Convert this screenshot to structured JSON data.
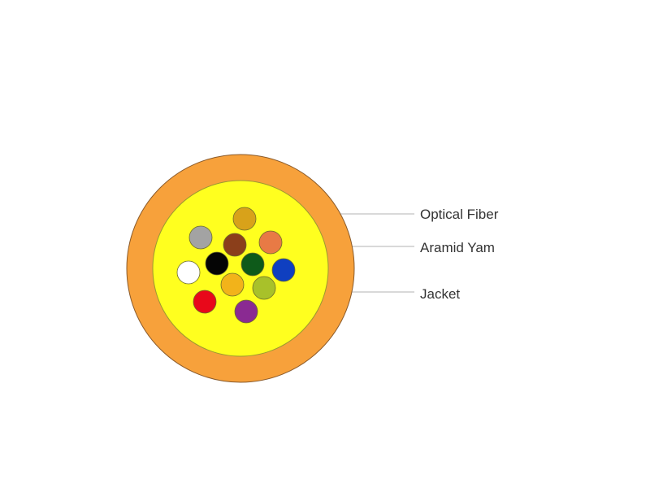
{
  "labels": {
    "optical_fiber": "Optical Fiber",
    "aramid_yarn": "Aramid Yam",
    "jacket": "Jacket"
  },
  "colors": {
    "jacket": "#f7a13b",
    "jacket_edge": "#8a5a2a",
    "aramid_yarn": "#ffff1f",
    "aramid_edge": "#9a9a30",
    "leader_line": "#9a9a9a"
  },
  "fibers": [
    {
      "name": "fiber-gold",
      "color": "#d8a21a"
    },
    {
      "name": "fiber-gray",
      "color": "#a3a3a3"
    },
    {
      "name": "fiber-brown",
      "color": "#8b3f1b"
    },
    {
      "name": "fiber-salmon",
      "color": "#e87a45"
    },
    {
      "name": "fiber-white",
      "color": "#ffffff"
    },
    {
      "name": "fiber-black",
      "color": "#050505"
    },
    {
      "name": "fiber-green",
      "color": "#0e5a1a"
    },
    {
      "name": "fiber-blue",
      "color": "#0f3fc0"
    },
    {
      "name": "fiber-yellow",
      "color": "#f2b31a"
    },
    {
      "name": "fiber-lime",
      "color": "#a8c12a"
    },
    {
      "name": "fiber-red",
      "color": "#e8081a"
    },
    {
      "name": "fiber-purple",
      "color": "#8a2a92"
    }
  ]
}
